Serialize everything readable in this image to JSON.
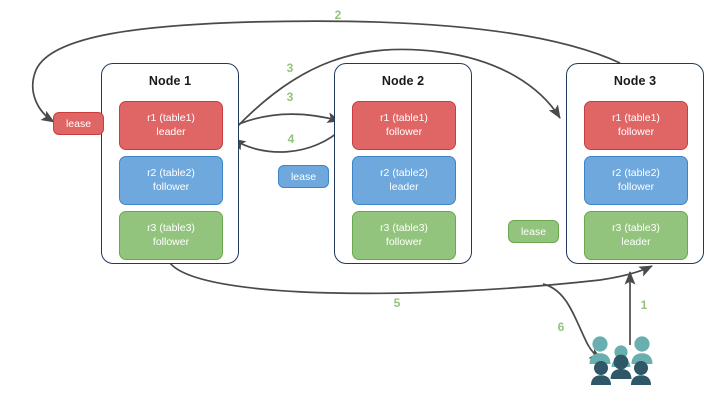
{
  "diagram": {
    "title": "",
    "colors": {
      "red": "#e06666",
      "red_border": "#cc3c3c",
      "blue": "#6fa8dc",
      "blue_border": "#3d85c6",
      "green": "#93c47d",
      "green_border": "#6aa84f",
      "node_border": "#23395b",
      "arrow": "#4a4a4a",
      "step_label": "#93c47d",
      "user_light": "#6aafb0",
      "user_dark": "#2f5767"
    }
  },
  "nodes": [
    {
      "title": "Node 1",
      "replicas": [
        {
          "name": "r1 (table1)",
          "role": "leader",
          "color": "red"
        },
        {
          "name": "r2 (table2)",
          "role": "follower",
          "color": "blue"
        },
        {
          "name": "r3 (table3)",
          "role": "follower",
          "color": "green"
        }
      ]
    },
    {
      "title": "Node 2",
      "replicas": [
        {
          "name": "r1 (table1)",
          "role": "follower",
          "color": "red"
        },
        {
          "name": "r2 (table2)",
          "role": "leader",
          "color": "blue"
        },
        {
          "name": "r3 (table3)",
          "role": "follower",
          "color": "green"
        }
      ]
    },
    {
      "title": "Node 3",
      "replicas": [
        {
          "name": "r1 (table1)",
          "role": "follower",
          "color": "red"
        },
        {
          "name": "r2 (table2)",
          "role": "follower",
          "color": "blue"
        },
        {
          "name": "r3 (table3)",
          "role": "leader",
          "color": "green"
        }
      ]
    }
  ],
  "leases": [
    {
      "label": "lease",
      "color": "red"
    },
    {
      "label": "lease",
      "color": "blue"
    },
    {
      "label": "lease",
      "color": "green"
    }
  ],
  "steps": [
    {
      "label": "1"
    },
    {
      "label": "2"
    },
    {
      "label": "3"
    },
    {
      "label": "3"
    },
    {
      "label": "4"
    },
    {
      "label": "5"
    },
    {
      "label": "6"
    }
  ],
  "users": {
    "icon": "users-group-icon",
    "count": 5
  }
}
